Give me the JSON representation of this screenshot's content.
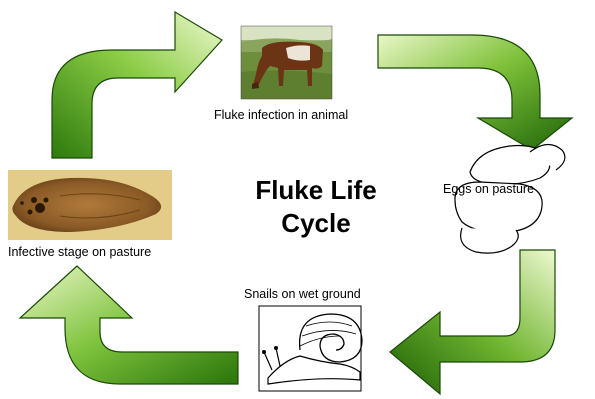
{
  "diagram": {
    "title_line1": "Fluke Life",
    "title_line2": "Cycle",
    "stages": [
      {
        "label": "Fluke infection in animal",
        "picture": "cow-grazing"
      },
      {
        "label": "Eggs on pasture",
        "picture": "egg-cluster"
      },
      {
        "label": "Snails on wet ground",
        "picture": "snail"
      },
      {
        "label": "Infective stage on pasture",
        "picture": "fluke-parasite"
      }
    ],
    "arrow_color": "#4a9a1a"
  }
}
